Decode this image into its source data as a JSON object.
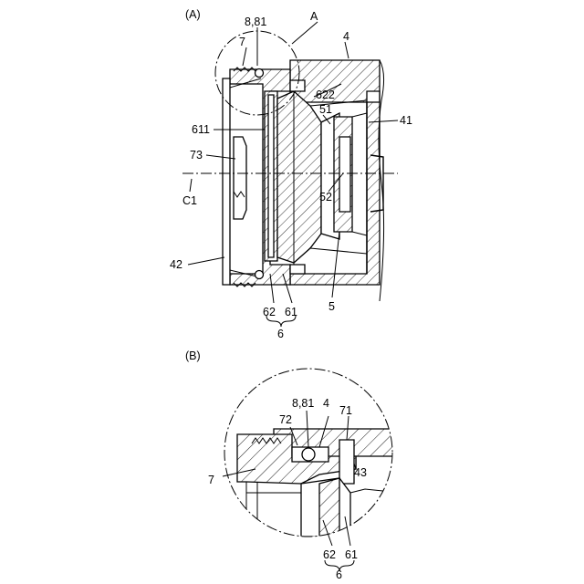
{
  "figure_a": {
    "caption": "(A)",
    "labels": {
      "l_881": "8,81",
      "l_A": "A",
      "l_7": "7",
      "l_4": "4",
      "l_622": "622",
      "l_51": "51",
      "l_611": "611",
      "l_41": "41",
      "l_73": "73",
      "l_52": "52",
      "l_C1": "C1",
      "l_42": "42",
      "l_62": "62",
      "l_61": "61",
      "l_5": "5",
      "l_6": "6"
    }
  },
  "figure_b": {
    "caption": "(B)",
    "labels": {
      "l_881": "8,81",
      "l_4": "4",
      "l_72": "72",
      "l_71": "71",
      "l_43": "43",
      "l_7": "7",
      "l_62": "62",
      "l_61": "61",
      "l_6": "6"
    }
  }
}
